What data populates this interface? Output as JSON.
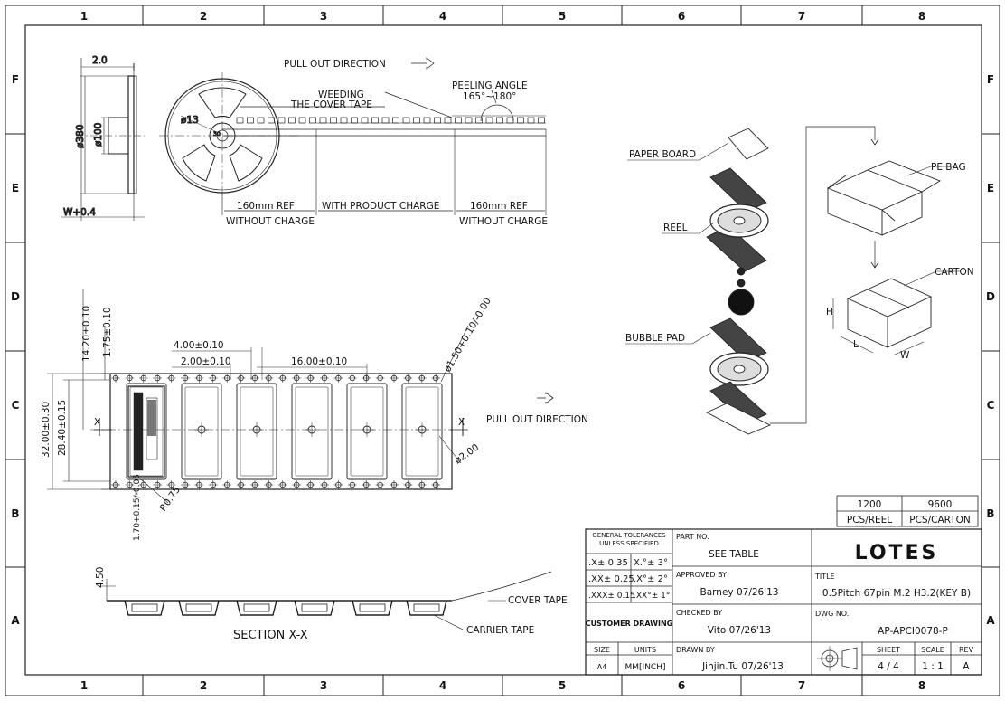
{
  "zones": {
    "columns": [
      "1",
      "2",
      "3",
      "4",
      "5",
      "6",
      "7",
      "8"
    ],
    "rows": [
      "F",
      "E",
      "D",
      "C",
      "B",
      "A"
    ]
  },
  "reel_view": {
    "dim_thickness": "2.0",
    "dim_outer_dia": "ø380",
    "dim_hub_dia": "ø100",
    "dim_hole": "ø13",
    "dim_width": "W+0.4",
    "pull_out_direction": "PULL OUT DIRECTION",
    "weeding_line1": "WEEDING",
    "weeding_line2": "THE COVER TAPE",
    "peeling_angle_title": "PEELING ANGLE",
    "peeling_angle_value": "165°~180°",
    "segment_left_len": "160mm REF",
    "segment_left_desc": "WITHOUT CHARGE",
    "segment_mid_desc": "WITH PRODUCT CHARGE",
    "segment_right_len": "160mm REF",
    "segment_right_desc": "WITHOUT CHARGE"
  },
  "tape_view": {
    "dim_14_20": "14.20±0.10",
    "dim_1_75": "1.75±0.10",
    "dim_4_00": "4.00±0.10",
    "dim_2_00": "2.00±0.10",
    "dim_16_00": "16.00±0.10",
    "dim_1_50": "ø1.50+0.10/-0.00",
    "dim_32_00": "32.00±0.30",
    "dim_28_40": "28.40±0.15",
    "section_mark": "X",
    "dim_2_00_dia": "ø2.00",
    "dim_r075": "R0.75",
    "dim_1_70": "1.70+0.15/-0.05",
    "pull_out_direction": "PULL OUT DIRECTION"
  },
  "section_view": {
    "dim_4_50": "4.50",
    "title": "SECTION X-X",
    "cover_tape": "COVER TAPE",
    "carrier_tape": "CARRIER TAPE"
  },
  "packing": {
    "paper_board": "PAPER BOARD",
    "reel": "REEL",
    "bubble_pad": "BUBBLE PAD",
    "pe_bag": "PE BAG",
    "carton": "CARTON",
    "dim_h": "H",
    "dim_l": "L",
    "dim_w": "W"
  },
  "quantity_table": {
    "pcs_reel_value": "1200",
    "pcs_carton_value": "9600",
    "pcs_reel_label": "PCS/REEL",
    "pcs_carton_label": "PCS/CARTON"
  },
  "title_block": {
    "gen_tol_line1": "GENERAL TOLERANCES",
    "gen_tol_line2": "UNLESS SPECIFIED",
    "tol_x": ".X± 0.35",
    "tol_x_ang": "X.°± 3°",
    "tol_xx": ".XX± 0.25",
    "tol_xx_ang": ".X°± 2°",
    "tol_xxx": ".XXX± 0.15",
    "tol_xxx_ang": ".XX°± 1°",
    "customer_drawing": "CUSTOMER DRAWING",
    "size_label": "SIZE",
    "size_value": "A4",
    "units_label": "UNITS",
    "units_value": "MM[INCH]",
    "part_no_label": "PART NO.",
    "part_no_value": "SEE TABLE",
    "approved_label": "APPROVED BY",
    "approved_value": "Barney  07/26'13",
    "checked_label": "CHECKED BY",
    "checked_value": "Vito  07/26'13",
    "drawn_label": "DRAWN BY",
    "drawn_value": "Jinjin.Tu  07/26'13",
    "logo": "LOTES",
    "title_label": "TITLE",
    "title_value": "0.5Pitch 67pin M.2 H3.2(KEY B)",
    "dwg_label": "DWG NO.",
    "dwg_value": "AP-APCI0078-P",
    "sheet_label": "SHEET",
    "sheet_value": "4 / 4",
    "scale_label": "SCALE",
    "scale_value": "1 : 1",
    "rev_label": "REV",
    "rev_value": "A"
  }
}
